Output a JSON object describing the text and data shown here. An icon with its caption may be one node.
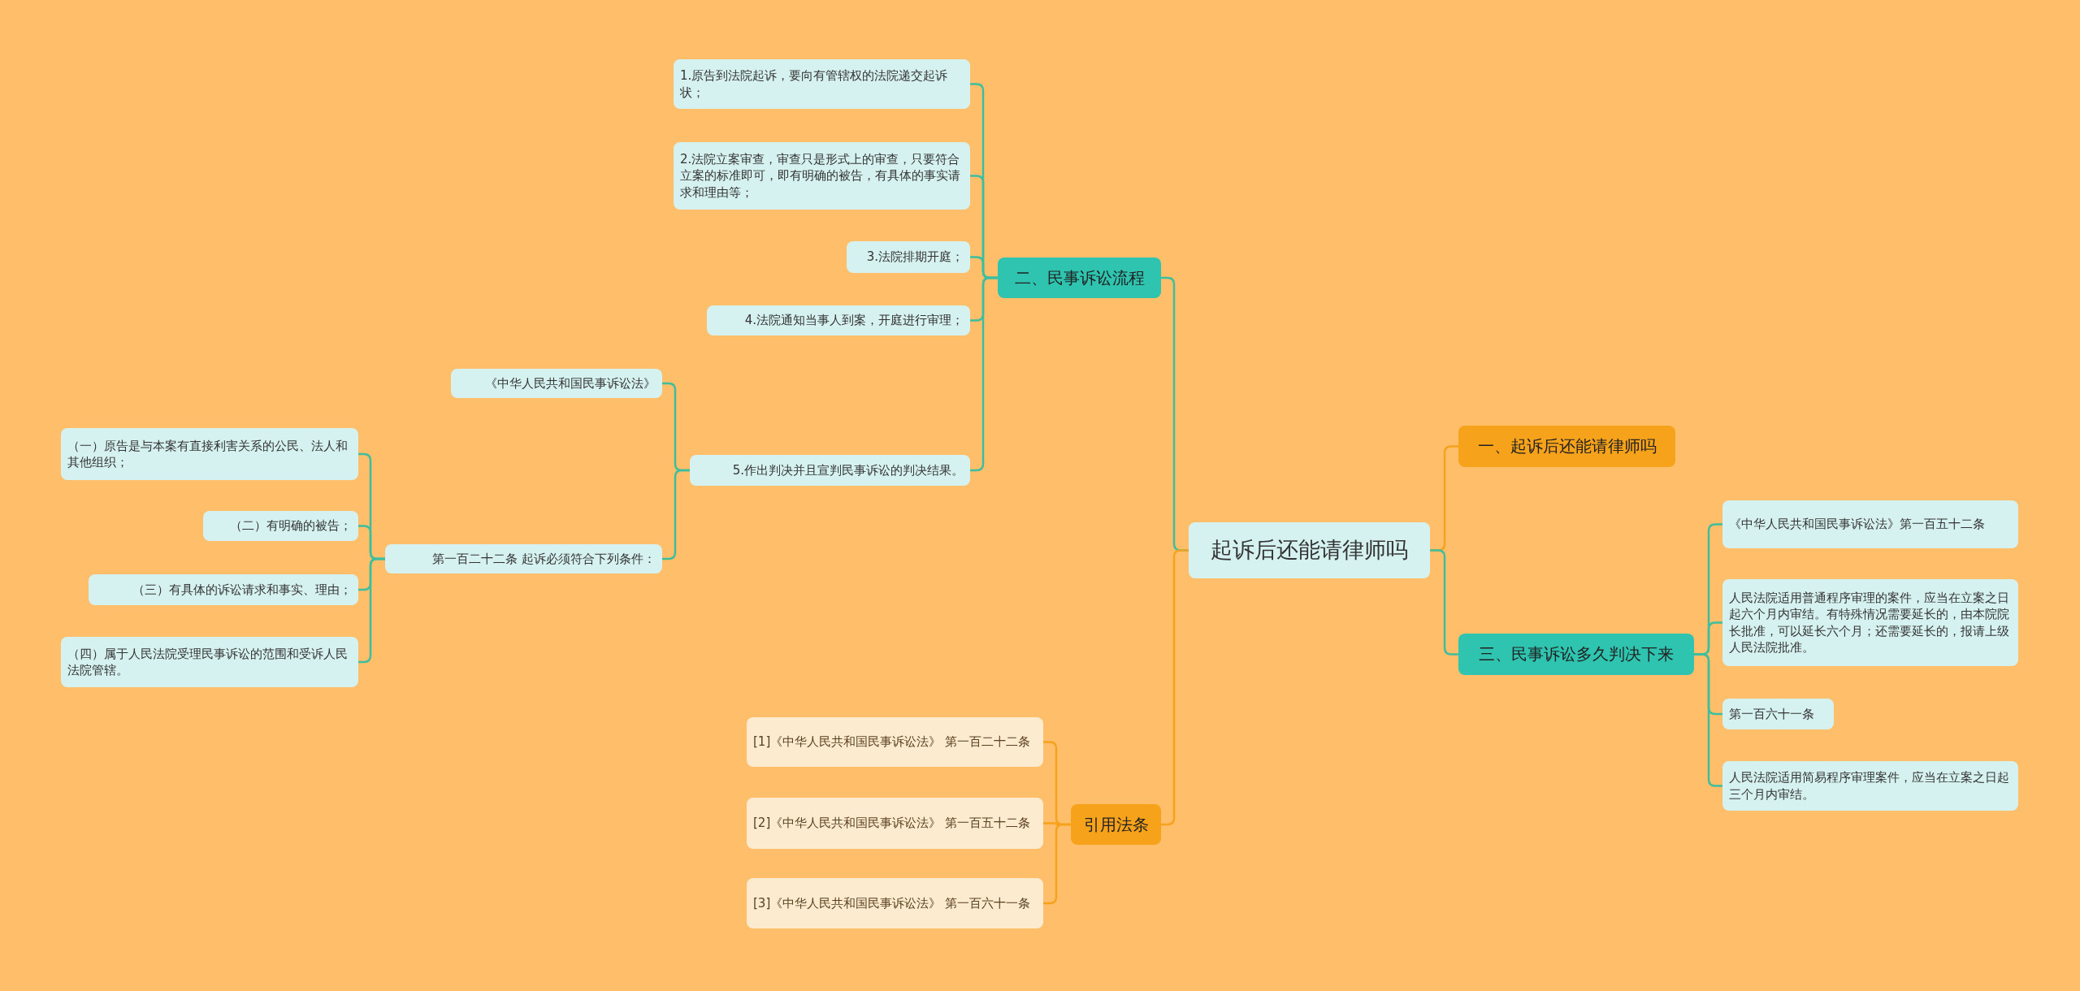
{
  "diagram": {
    "nodes": [
      {
        "text": [
          "起诉后还能请律师吗"
        ]
      },
      {
        "text": [
          "一、起诉后还能请律师吗"
        ]
      },
      {
        "text": [
          "三、民事诉讼多久判决下来"
        ]
      },
      {
        "text": [
          "《中华人民共和国民事诉讼法》第一百五十二条"
        ]
      },
      {
        "text": [
          "人民法院适用普通程序审理的案件，应当在立案之日起六个月内审结。有特殊情况需要延长的，由本院院长批准，可以延长六个月；还需要延长的，报请上级人民法院批准。"
        ]
      },
      {
        "text": [
          "第一百六十一条"
        ]
      },
      {
        "text": [
          "人民法院适用简易程序审理案件，应当在立案之日起三个月内审结。"
        ]
      },
      {
        "text": [
          "二、民事诉讼流程"
        ]
      },
      {
        "text": [
          "1.原告到法院起诉，要向有管辖权的法院递交起诉状；"
        ]
      },
      {
        "text": [
          "2.法院立案审查，审查只是形式上的审查，只要符合立案的标准即可，即有明确的被告，有具体的事实请求和理由等；"
        ]
      },
      {
        "text": [
          "3.法院排期开庭；"
        ]
      },
      {
        "text": [
          "4.法院通知当事人到案，开庭进行审理；"
        ]
      },
      {
        "text": [
          "5.作出判决并且宣判民事诉讼的判决结果。"
        ]
      },
      {
        "text": [
          "《中华人民共和国民事诉讼法》"
        ]
      },
      {
        "text": [
          "第一百二十二条  起诉必须符合下列条件："
        ]
      },
      {
        "text": [
          "（一）原告是与本案有直接利害关系的公民、法人和其他组织；"
        ]
      },
      {
        "text": [
          "（二）有明确的被告；"
        ]
      },
      {
        "text": [
          "（三）有具体的诉讼请求和事实、理由；"
        ]
      },
      {
        "text": [
          "（四）属于人民法院受理民事诉讼的范围和受诉人民法院管辖。"
        ]
      },
      {
        "text": [
          "引用法条"
        ]
      },
      {
        "text": [
          "[1]《中华人民共和国民事诉讼法》 第一百二十二条"
        ]
      },
      {
        "text": [
          "[2]《中华人民共和国民事诉讼法》 第一百五十二条"
        ]
      },
      {
        "text": [
          "[3]《中华人民共和国民事诉讼法》 第一百六十一条"
        ]
      }
    ],
    "edges": [
      {
        "from": 0,
        "to": 1,
        "arrow": "none",
        "color": "#f5a21c"
      },
      {
        "from": 0,
        "to": 2,
        "arrow": "none"
      },
      {
        "from": 2,
        "to": 3,
        "arrow": "none"
      },
      {
        "from": 2,
        "to": 4,
        "arrow": "none"
      },
      {
        "from": 2,
        "to": 5,
        "arrow": "none"
      },
      {
        "from": 2,
        "to": 6,
        "arrow": "none"
      },
      {
        "from": 0,
        "to": 7,
        "arrow": "none"
      },
      {
        "from": 7,
        "to": 8,
        "arrow": "none"
      },
      {
        "from": 7,
        "to": 9,
        "arrow": "none"
      },
      {
        "from": 7,
        "to": 10,
        "arrow": "none"
      },
      {
        "from": 7,
        "to": 11,
        "arrow": "none"
      },
      {
        "from": 7,
        "to": 12,
        "arrow": "none"
      },
      {
        "from": 12,
        "to": 13,
        "arrow": "none"
      },
      {
        "from": 12,
        "to": 14,
        "arrow": "none"
      },
      {
        "from": 14,
        "to": 15,
        "arrow": "none"
      },
      {
        "from": 14,
        "to": 16,
        "arrow": "none"
      },
      {
        "from": 14,
        "to": 17,
        "arrow": "none"
      },
      {
        "from": 14,
        "to": 18,
        "arrow": "none"
      },
      {
        "from": 0,
        "to": 19,
        "arrow": "none",
        "color": "#f5a21c"
      },
      {
        "from": 19,
        "to": 20,
        "arrow": "none",
        "color": "#f5a21c"
      },
      {
        "from": 19,
        "to": 21,
        "arrow": "none",
        "color": "#f5a21c"
      },
      {
        "from": 19,
        "to": 22,
        "arrow": "none",
        "color": "#f5a21c"
      }
    ]
  }
}
